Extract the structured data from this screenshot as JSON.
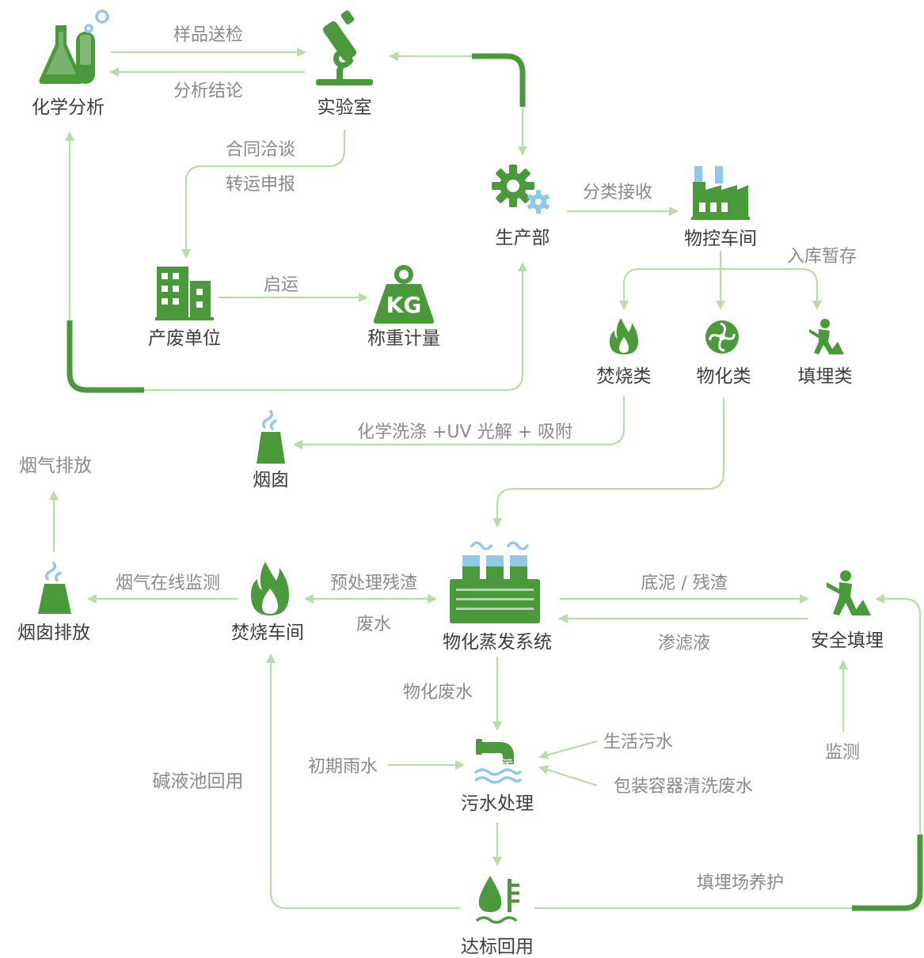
{
  "colors": {
    "icon_green": "#4a9a3c",
    "icon_blue": "#8fc9e9",
    "arrow_light_green": "#b9dca9",
    "label_text": "#3d3d3d",
    "edge_text": "#8a8a8a"
  },
  "nodes": {
    "chem_analysis": {
      "label": "化学分析",
      "icon": "flask-icon"
    },
    "lab": {
      "label": "实验室",
      "icon": "microscope-icon"
    },
    "production": {
      "label": "生产部",
      "icon": "gears-icon"
    },
    "control_workshop": {
      "label": "物控车间",
      "icon": "factory-icon"
    },
    "waste_unit": {
      "label": "产废单位",
      "icon": "building-icon"
    },
    "weighing": {
      "label": "称重计量",
      "icon": "kg-weight-icon",
      "icon_text": "KG"
    },
    "incineration_class": {
      "label": "焚烧类",
      "icon": "flame-icon"
    },
    "physchem_class": {
      "label": "物化类",
      "icon": "swirl-icon"
    },
    "landfill_class": {
      "label": "填埋类",
      "icon": "digger-icon"
    },
    "chimney_small": {
      "label": "烟囱",
      "icon": "chimney-icon"
    },
    "chimney_emission": {
      "label": "烟囱排放",
      "icon": "chimney-icon"
    },
    "incinerator": {
      "label": "焚烧车间",
      "icon": "flame-icon"
    },
    "evaporation": {
      "label": "物化蒸发系统",
      "icon": "plant-icon"
    },
    "safe_landfill": {
      "label": "安全填埋",
      "icon": "digger-icon"
    },
    "sewage": {
      "label": "污水处理",
      "icon": "faucet-icon",
      "icon_text": "污"
    },
    "reuse": {
      "label": "达标回用",
      "icon": "drop-icon"
    }
  },
  "edges": {
    "sample": "样品送检",
    "result": "分析结论",
    "contract": "合同洽谈",
    "transfer": "转运申报",
    "sort": "分类接收",
    "ship": "启运",
    "storage": "入库暂存",
    "scrub": "化学洗涤 +UV 光解 + 吸附",
    "flue_emission": "烟气排放",
    "online_monitor": "烟气在线监测",
    "residue": "预处理残渣",
    "waste_water": "废水",
    "sludge": "底泥 / 残渣",
    "leachate": "渗滤液",
    "phys_water": "物化废水",
    "domestic": "生活污水",
    "rain": "初期雨水",
    "container": "包装容器清洗废水",
    "alkali": "碱液池回用",
    "monitor": "监测",
    "maintain": "填埋场养护"
  }
}
